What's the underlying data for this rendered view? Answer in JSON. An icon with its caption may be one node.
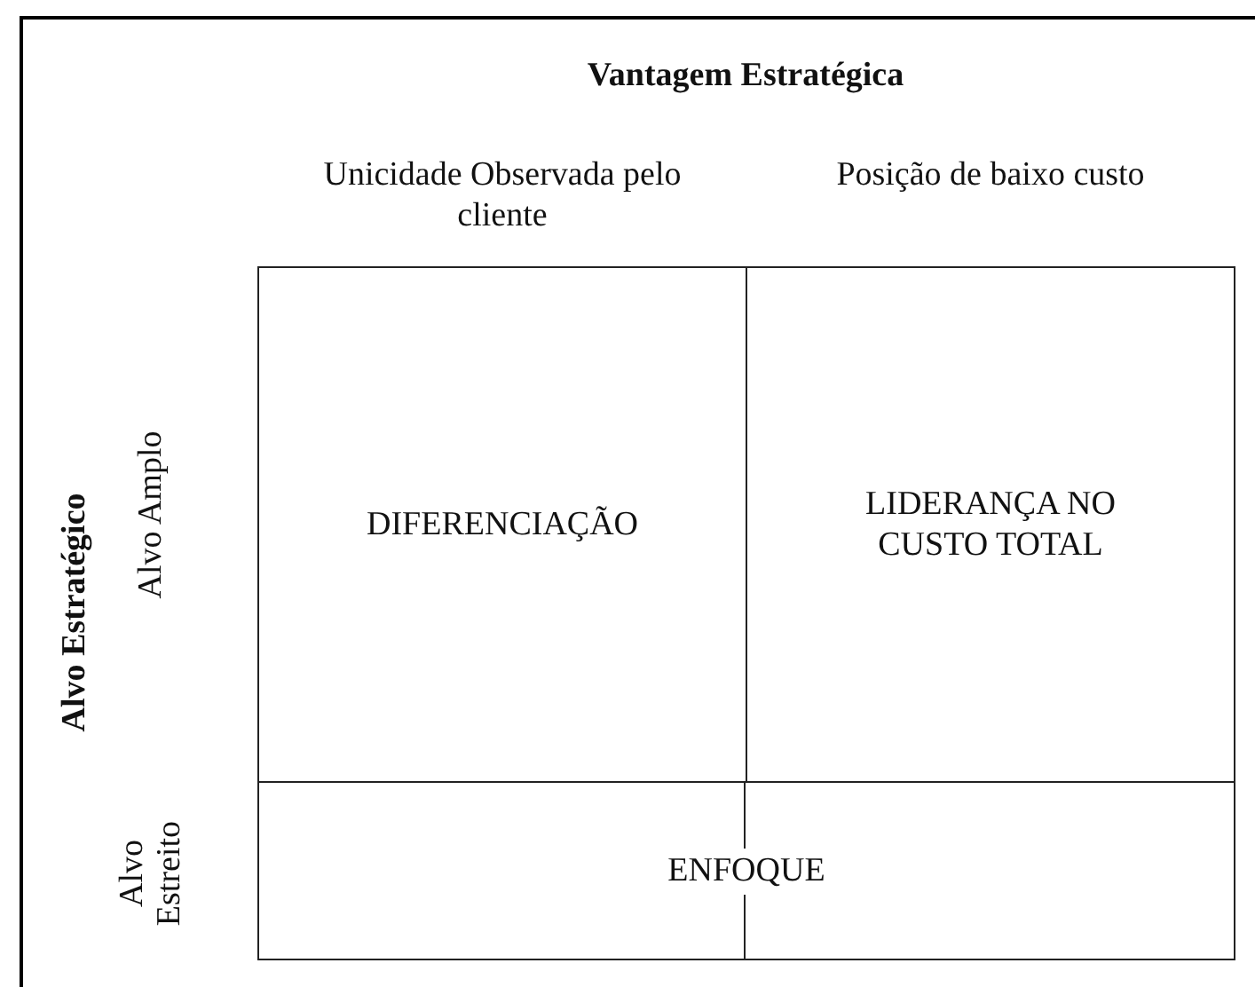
{
  "diagram": {
    "title": "Vantagem Estratégica",
    "nodes": [
      {
        "text": [
          "DIFERENCIAÇÃO"
        ]
      },
      {
        "text": [
          "LIDERANÇA NO CUSTO TOTAL"
        ]
      },
      {
        "text": [
          "ENFOQUE"
        ]
      }
    ],
    "labels": [
      "Unicidade Observada pelo cliente",
      "Posição de baixo custo",
      "Alvo Estratégico",
      "Alvo Amplo",
      "Alvo Estreito"
    ]
  }
}
